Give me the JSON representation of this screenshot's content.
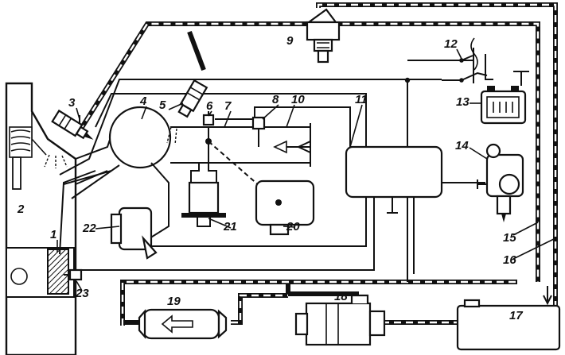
{
  "components": [
    {
      "id": "1",
      "label": "1"
    },
    {
      "id": "2",
      "label": "2"
    },
    {
      "id": "3",
      "label": "3"
    },
    {
      "id": "4",
      "label": "4"
    },
    {
      "id": "5",
      "label": "5"
    },
    {
      "id": "6",
      "label": "6"
    },
    {
      "id": "7",
      "label": "7"
    },
    {
      "id": "8",
      "label": "8"
    },
    {
      "id": "9",
      "label": "9"
    },
    {
      "id": "10",
      "label": "10"
    },
    {
      "id": "11",
      "label": "11"
    },
    {
      "id": "12",
      "label": "12"
    },
    {
      "id": "13",
      "label": "13"
    },
    {
      "id": "14",
      "label": "14"
    },
    {
      "id": "15",
      "label": "15"
    },
    {
      "id": "16",
      "label": "16"
    },
    {
      "id": "17",
      "label": "17"
    },
    {
      "id": "18",
      "label": "18"
    },
    {
      "id": "19",
      "label": "19"
    },
    {
      "id": "20",
      "label": "20"
    },
    {
      "id": "21",
      "label": "21"
    },
    {
      "id": "22",
      "label": "22"
    },
    {
      "id": "23",
      "label": "23"
    }
  ]
}
